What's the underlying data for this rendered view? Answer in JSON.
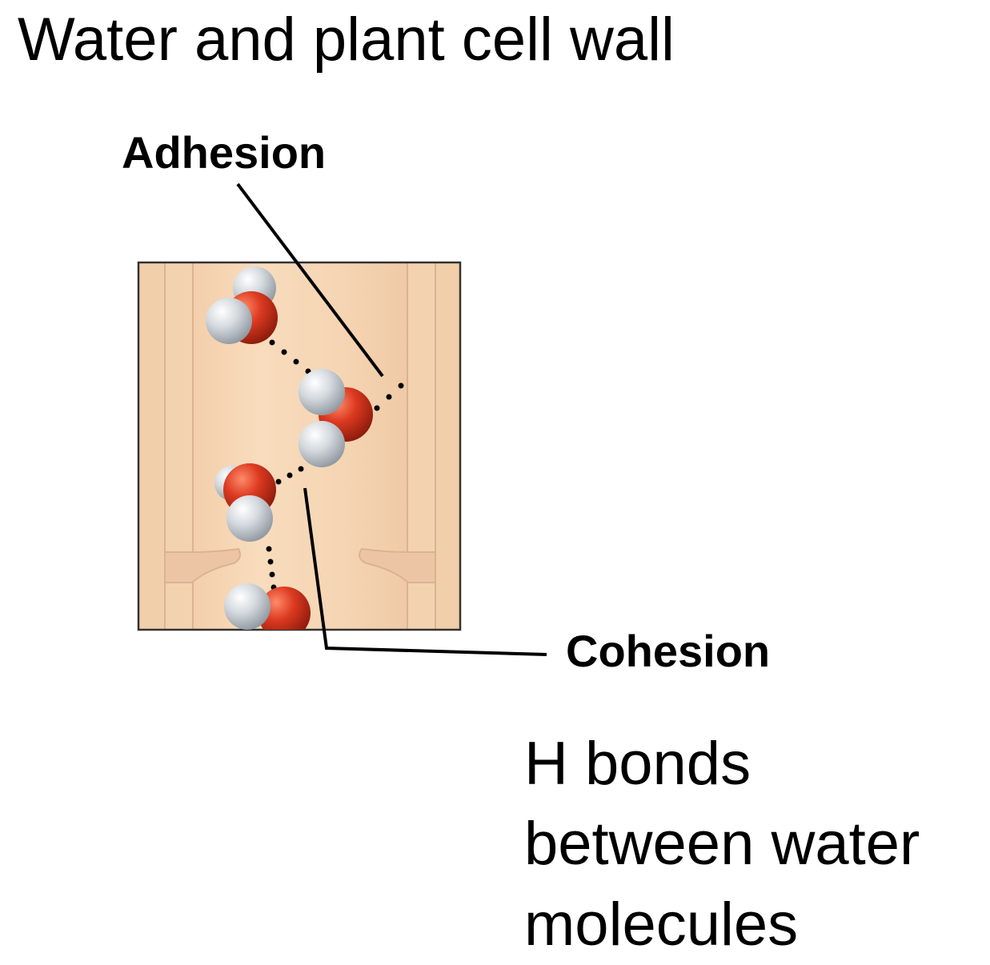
{
  "title": "Water and plant cell wall",
  "labels": {
    "adhesion": "Adhesion",
    "cohesion": "Cohesion"
  },
  "caption": {
    "line1": "H bonds",
    "line2": "between water",
    "line3": "molecules"
  },
  "colors": {
    "cell_wall": "#f1cfaa",
    "cell_lumen": "#f6d3b0",
    "wall_edge": "#dcb293",
    "oxygen": "#d8361f",
    "hydrogen": "#c9cfd4",
    "leader_line": "#000000"
  },
  "icons": [
    "water-molecule-icon",
    "cell-wall-illustration"
  ]
}
